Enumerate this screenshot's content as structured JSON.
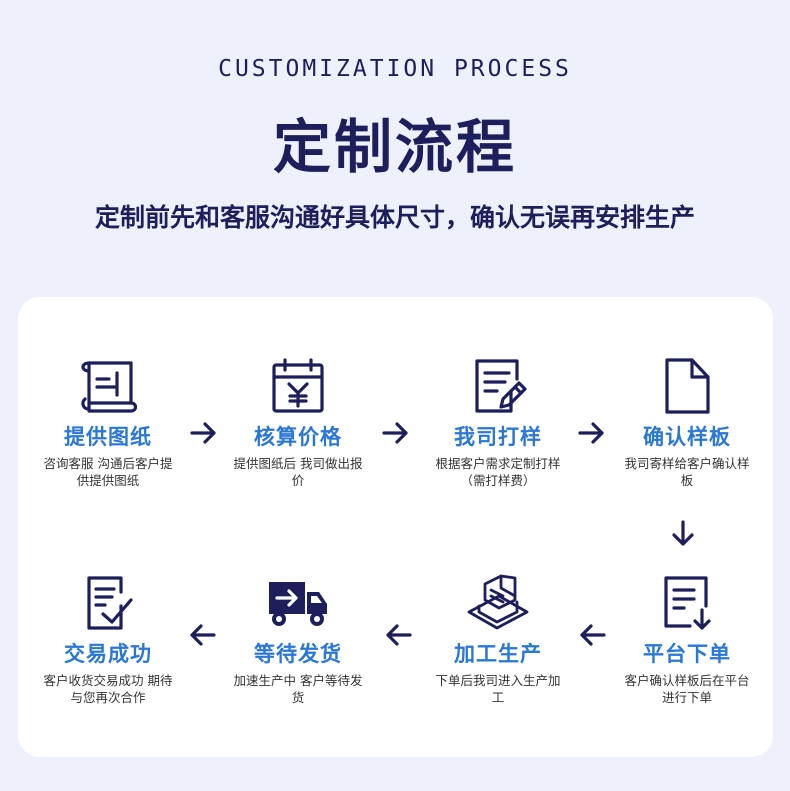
{
  "header": {
    "en_title": "CUSTOMIZATION PROCESS",
    "cn_title": "定制流程",
    "subtitle": "定制前先和客服沟通好具体尺寸，确认无误再安排生产"
  },
  "colors": {
    "navy": "#1d1f5c",
    "accent_blue": "#2a77d4",
    "card": "#ffffff",
    "background": "#eef0fb"
  },
  "steps": [
    {
      "label": "提供图纸",
      "desc": "咨询客服 沟通后客户提供提供图纸",
      "icon": "blueprint-scroll-icon"
    },
    {
      "label": "核算价格",
      "desc": "提供图纸后 我司做出报价",
      "icon": "calendar-yen-icon"
    },
    {
      "label": "我司打样",
      "desc": "根据客户需求定制打样（需打样费）",
      "icon": "form-pen-icon"
    },
    {
      "label": "确认样板",
      "desc": "我司寄样给客户确认样板",
      "icon": "document-icon"
    },
    {
      "label": "平台下单",
      "desc": "客户确认样板后在平台进行下单",
      "icon": "list-download-icon"
    },
    {
      "label": "加工生产",
      "desc": "下单后我司进入生产加工",
      "icon": "stacked-boxes-icon"
    },
    {
      "label": "等待发货",
      "desc": "加速生产中 客户等待发货",
      "icon": "delivery-truck-icon"
    },
    {
      "label": "交易成功",
      "desc": "客户收货交易成功 期待与您再次合作",
      "icon": "checklist-icon"
    }
  ]
}
